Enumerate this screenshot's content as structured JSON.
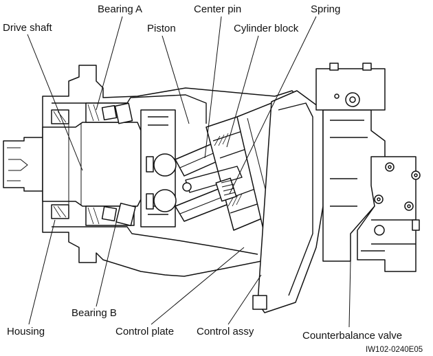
{
  "labels": {
    "bearing_a": "Bearing A",
    "center_pin": "Center pin",
    "spring": "Spring",
    "drive_shaft": "Drive shaft",
    "piston": "Piston",
    "cylinder_block": "Cylinder block",
    "housing": "Housing",
    "bearing_b": "Bearing B",
    "control_plate": "Control plate",
    "control_assy": "Control assy",
    "counterbalance_valve": "Counterbalance valve"
  },
  "figure_code": "IW102-0240E05"
}
